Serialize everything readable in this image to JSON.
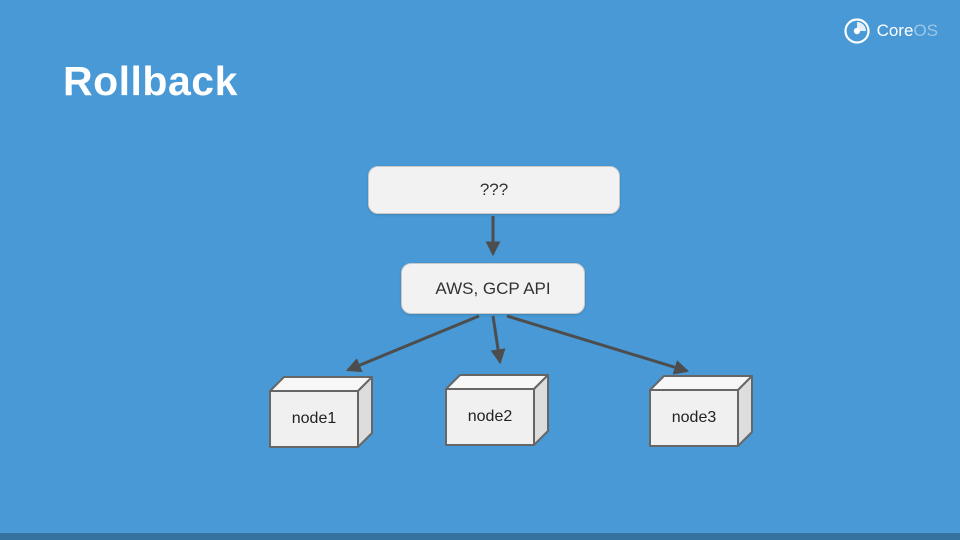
{
  "slide": {
    "title": "Rollback",
    "logo": {
      "primary": "Core",
      "secondary": "OS"
    }
  },
  "diagram": {
    "top_box": "???",
    "api_box": "AWS, GCP API",
    "nodes": [
      "node1",
      "node2",
      "node3"
    ]
  },
  "colors": {
    "background": "#4899D5",
    "box_fill": "#F2F2F2",
    "box_border": "#C9C9C9",
    "cube_front": "#F0F0F0",
    "cube_top": "#F7F7F7",
    "cube_side": "#DDDDDD",
    "cube_stroke": "#666666",
    "arrow": "#4D4D4D",
    "text": "#333333",
    "title_text": "#FFFFFF"
  }
}
